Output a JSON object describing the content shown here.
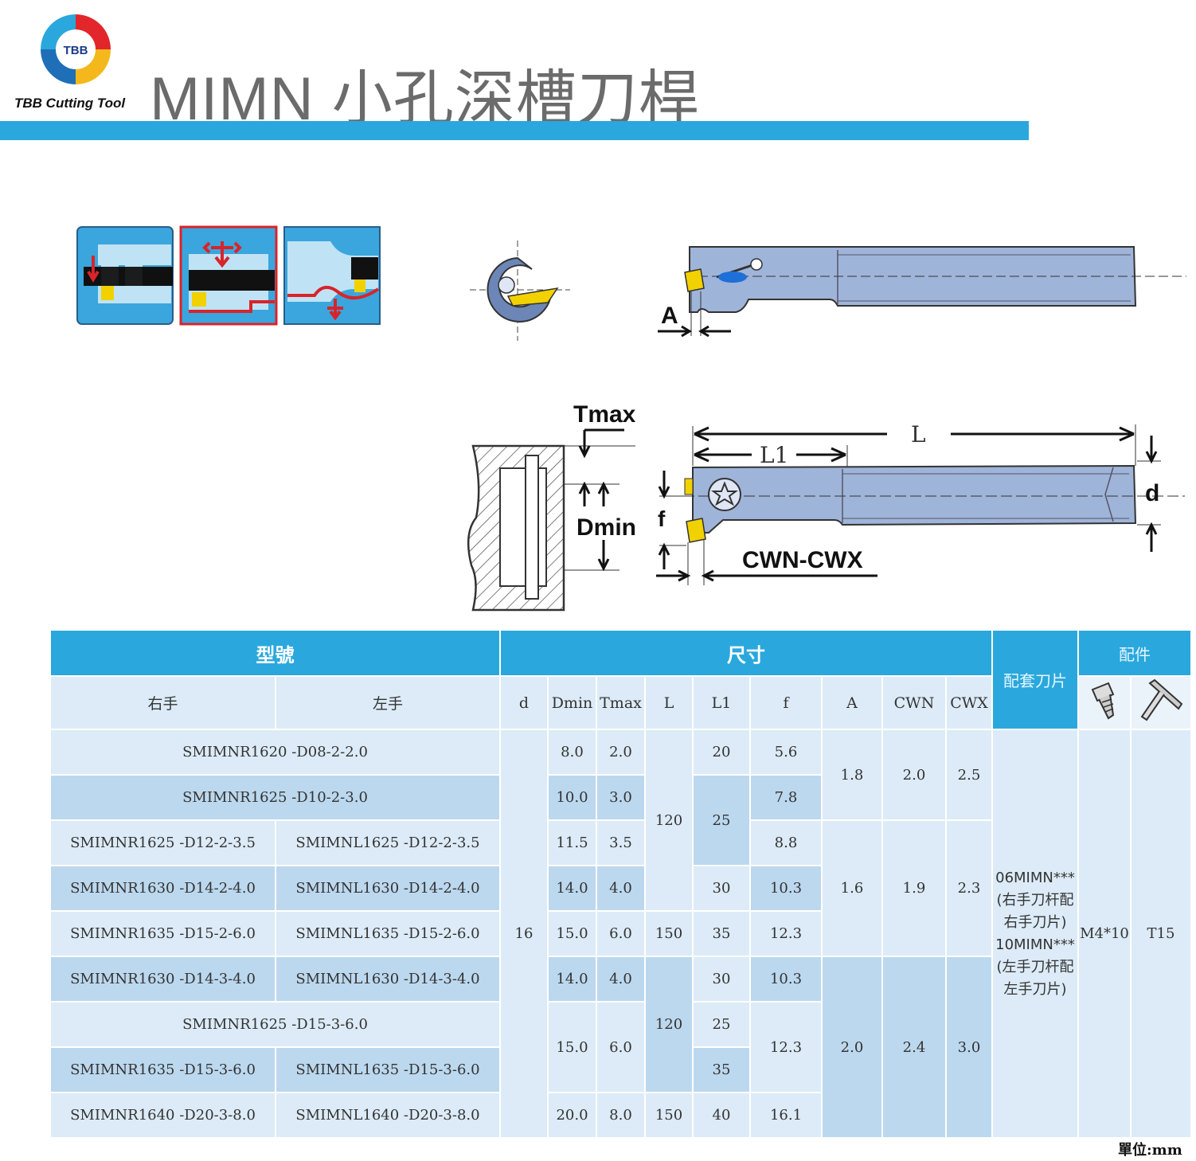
{
  "header": {
    "logo_badge": "TBB",
    "logo_text": "TBB Cutting Tool",
    "title": "MIMN 小孔深槽刀桿"
  },
  "diagram_labels": {
    "A": "A",
    "Tmax": "Tmax",
    "Dmin": "Dmin",
    "L": "L",
    "L1": "L1",
    "d": "d",
    "f": "f",
    "CWN_CWX": "CWN-CWX"
  },
  "table": {
    "group_headers": {
      "model": "型號",
      "dimensions": "尺寸",
      "insert": "配套刀片",
      "accessories": "配件"
    },
    "column_headers": {
      "right": "右手",
      "left": "左手",
      "d": "d",
      "Dmin": "Dmin",
      "Tmax": "Tmax",
      "L": "L",
      "L1": "L1",
      "f": "f",
      "A": "A",
      "CWN": "CWN",
      "CWX": "CWX"
    },
    "rows": [
      {
        "right": "SMIMNR1620 -D08-2-2.0",
        "left": "",
        "Dmin": "8.0",
        "Tmax": "2.0",
        "L1": "20",
        "f": "5.6"
      },
      {
        "right": "SMIMNR1625 -D10-2-3.0",
        "left": "",
        "Dmin": "10.0",
        "Tmax": "3.0",
        "L1": "25",
        "f": "7.8"
      },
      {
        "right": "SMIMNR1625 -D12-2-3.5",
        "left": "SMIMNL1625 -D12-2-3.5",
        "Dmin": "11.5",
        "Tmax": "3.5",
        "L1": "",
        "f": "8.8"
      },
      {
        "right": "SMIMNR1630 -D14-2-4.0",
        "left": "SMIMNL1630 -D14-2-4.0",
        "Dmin": "14.0",
        "Tmax": "4.0",
        "L1": "30",
        "f": "10.3"
      },
      {
        "right": "SMIMNR1635 -D15-2-6.0",
        "left": "SMIMNL1635 -D15-2-6.0",
        "Dmin": "15.0",
        "Tmax": "6.0",
        "L1": "35",
        "f": "12.3"
      },
      {
        "right": "SMIMNR1630 -D14-3-4.0",
        "left": "SMIMNL1630 -D14-3-4.0",
        "Dmin": "14.0",
        "Tmax": "4.0",
        "L1": "30",
        "f": "10.3"
      },
      {
        "right": "SMIMNR1625 -D15-3-6.0",
        "left": "",
        "Dmin": "15.0",
        "Tmax": "6.0",
        "L1": "25",
        "f": "12.3"
      },
      {
        "right": "SMIMNR1635 -D15-3-6.0",
        "left": "SMIMNL1635 -D15-3-6.0",
        "Dmin": "",
        "Tmax": "",
        "L1": "35",
        "f": ""
      },
      {
        "right": "SMIMNR1640 -D20-3-8.0",
        "left": "SMIMNL1640 -D20-3-8.0",
        "Dmin": "20.0",
        "Tmax": "8.0",
        "L1": "40",
        "f": "16.1"
      }
    ],
    "spans": {
      "d": "16",
      "L_a": "120",
      "L_b": "150",
      "L_c": "120",
      "L_d": "150",
      "A_a": "1.8",
      "A_b": "1.6",
      "A_c": "2.0",
      "CWN_a": "2.0",
      "CWN_b": "1.9",
      "CWN_c": "2.4",
      "CWX_a": "2.5",
      "CWX_b": "2.3",
      "CWX_c": "3.0",
      "insert_text": "06MIMN*** (右手刀杆配右手刀片) 10MIMN*** (左手刀杆配左手刀片)",
      "screw": "M4*10",
      "key": "T15"
    },
    "unit": "單位:mm"
  },
  "colors": {
    "accent_blue": "#2aa8dd",
    "cell_light": "#dcebf7",
    "cell_dark": "#bcd8ee",
    "insert_yellow": "#f2d100",
    "red_frame": "#d9232a"
  }
}
